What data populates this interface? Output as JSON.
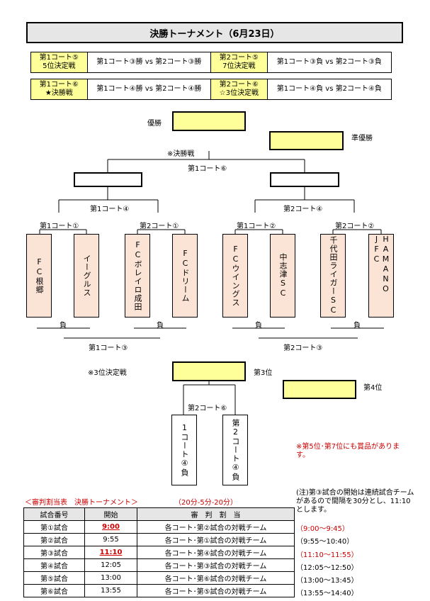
{
  "title": "決勝トーナメント（6月23日）",
  "matches": [
    {
      "court": "第1コート⑤",
      "desc": "5位決定戦",
      "match": "第1コート③勝 vs 第2コート③勝"
    },
    {
      "court": "第2コート⑤",
      "desc": "7位決定戦",
      "match": "第1コート③負 vs 第2コート③負"
    },
    {
      "court": "第1コート⑥",
      "desc": "★決勝戦",
      "match": "第1コート④勝 vs 第2コート④勝"
    },
    {
      "court": "第2コート⑥",
      "desc": "☆3位決定戦",
      "match": "第1コート④負 vs 第2コート④負"
    }
  ],
  "bracket": {
    "winner": "優勝",
    "runner_up": "準優勝",
    "final_note": "※決勝戦",
    "final_court": "第1コート⑥",
    "semi_left": "第1コート④",
    "semi_right": "第2コート④",
    "qf": [
      "第1コート①",
      "第2コート①",
      "第1コート②",
      "第2コート②"
    ],
    "teams": [
      "FC根郷",
      "イーグルス",
      "FCボレイロ成田",
      "FCドリーム",
      "FCウイングス",
      "中志津SC",
      "千代田ライガーSC",
      "HAMANO JFC"
    ],
    "loss": "負",
    "court3_left": "第1コート③",
    "court3_right": "第2コート③"
  },
  "third_place": {
    "note": "※3位決定戦",
    "third": "第3位",
    "fourth": "第4位",
    "court": "第2コート⑥",
    "left": "1コート④負",
    "right": "第2コート④負"
  },
  "prize_note": "※第5位･第7位にも賞品があります。",
  "referee": {
    "title": "＜審判割当表　決勝トーナメント＞",
    "timing": "（20分-5分-20分）",
    "headers": [
      "試合番号",
      "開始",
      "審　判　割　当"
    ],
    "rows": [
      {
        "no": "第①試合",
        "start": "9:00",
        "assign": "各コート･第②試合の対戦チーム"
      },
      {
        "no": "第②試合",
        "start": "9:55",
        "assign": "各コート･第①試合の対戦チーム"
      },
      {
        "no": "第③試合",
        "start": "11:10",
        "assign": "各コート･第④試合の対戦チーム"
      },
      {
        "no": "第④試合",
        "start": "12:05",
        "assign": "各コート･第③試合の対戦チーム"
      },
      {
        "no": "第⑤試合",
        "start": "13:00",
        "assign": "各コート･第⑥試合の対戦チーム"
      },
      {
        "no": "第⑥試合",
        "start": "13:55",
        "assign": "各コート･第⑤試合の対戦チーム"
      }
    ],
    "note": "(注)第③試合の開始は連続試合チームがあるので間隔を30分とし、11:10とします。",
    "times": [
      "（9:00～9:45）",
      "（9:55～10:40）",
      "（11:10～11:55）",
      "（12:05～12:50）",
      "（13:00～13:45）",
      "（13:55～14:40）"
    ]
  },
  "colors": {
    "yellow": "#ffff99",
    "team_bg": "#fbe4d5",
    "header_gray": "#e6e6e6",
    "red": "#cc0000"
  }
}
